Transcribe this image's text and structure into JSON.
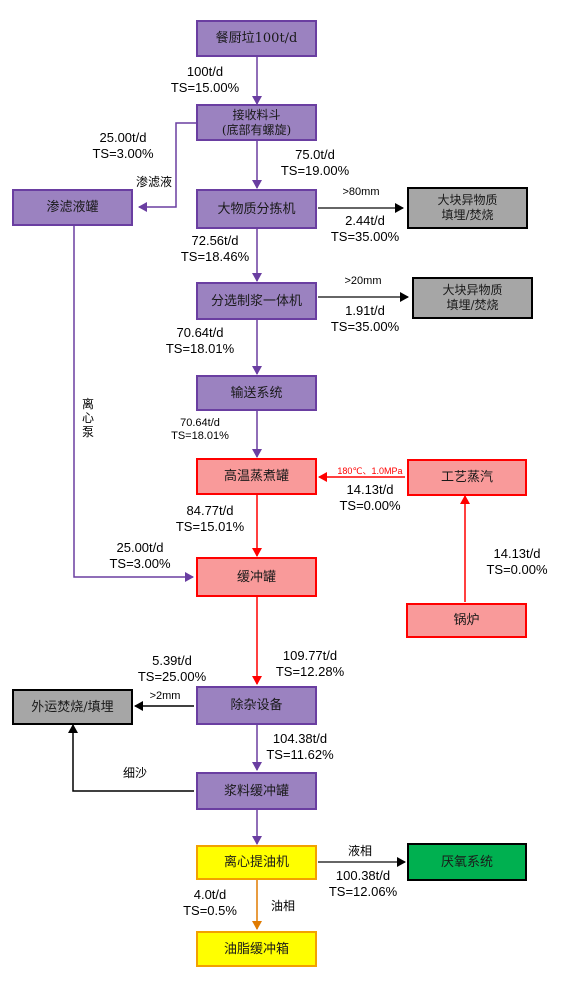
{
  "colors": {
    "purple_fill": "#9b82c0",
    "purple_line": "#6a3ea1",
    "red_fill": "#f99a9a",
    "red_line": "#ff0000",
    "gray_fill": "#a6a6a6",
    "yellow_fill": "#ffff00",
    "green_fill": "#00b050",
    "orange_line": "#e07b00"
  },
  "nodes": {
    "kitchen_waste": "餐厨垃100t/d",
    "receiving_hopper": "接收料斗\n(底部有螺旋)",
    "filtrate_tank": "渗滤液罐",
    "bulk_sorter": "大物质分拣机",
    "bulk_foreign_1": "大块异物质\n填埋/焚烧",
    "sort_pulping": "分选制浆一体机",
    "bulk_foreign_2": "大块异物质\n填埋/焚烧",
    "conveyor": "输送系统",
    "cooker": "高温蒸煮罐",
    "process_steam": "工艺蒸汽",
    "boiler": "锅炉",
    "buffer_tank": "缓冲罐",
    "impurity_removal": "除杂设备",
    "external": "外运焚烧/填埋",
    "slurry_buffer": "浆料缓冲罐",
    "centrifuge": "离心提油机",
    "anaerobic": "厌氧系统",
    "grease_tank": "油脂缓冲箱"
  },
  "labels": {
    "f1": "100t/d\nTS=15.00%",
    "f2": "25.00t/d\nTS=3.00%",
    "leachate": "渗滤液",
    "f3": "75.0t/d\nTS=19.00%",
    "gt80": ">80mm",
    "f4": "2.44t/d\nTS=35.00%",
    "f5": "72.56t/d\nTS=18.46%",
    "gt20": ">20mm",
    "f6": "1.91t/d\nTS=35.00%",
    "f7": "70.64t/d\nTS=18.01%",
    "centrifugal_pump": "离心泵",
    "f8": "70.64t/d\nTS=18.01%",
    "steam_cond": "180℃、1.0MPa",
    "f9": "14.13t/d\nTS=0.00%",
    "f10": "84.77t/d\nTS=15.01%",
    "f11": "14.13t/d\nTS=0.00%",
    "f12": "25.00t/d\nTS=3.00%",
    "f13": "5.39t/d\nTS=25.00%",
    "f14": "109.77t/d\nTS=12.28%",
    "gt2": ">2mm",
    "f15": "104.38t/d\nTS=11.62%",
    "fine_sand": "细沙",
    "liquid_phase": "液相",
    "f16": "100.38t/d\nTS=12.06%",
    "f17": "4.0t/d\nTS=0.5%",
    "oil_phase": "油相"
  }
}
